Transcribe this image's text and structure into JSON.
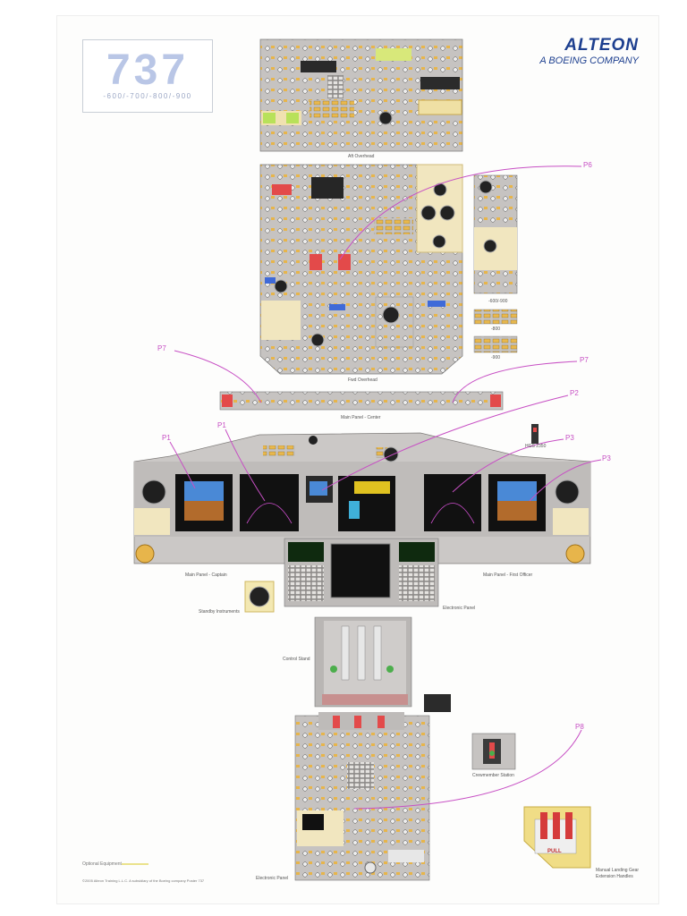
{
  "header": {
    "model": "737",
    "variants": "-600/-700/-800/-900"
  },
  "brand": {
    "name": "ALTEON",
    "tagline": "A BOEING COMPANY"
  },
  "sections": {
    "aft_overhead": "Aft Overhead",
    "fwd_overhead": "Fwd Overhead",
    "main_center": "Main Panel - Center",
    "main_captain": "Main Panel - Captain",
    "main_fo": "Main Panel - First Officer",
    "electronic_panel_main": "Electronic Panel",
    "standby": "Standby Instruments",
    "control_stand": "Control Stand",
    "electronic_panel_aft": "Electronic Panel",
    "crew_station": "Crewmember Station",
    "landing_gear": "Manual Landing Gear Extension Handles",
    "hgs": "HGS 2350",
    "variant_600_900": "-600/-900",
    "variant_800a": "-800",
    "variant_800b": "-900"
  },
  "callouts": {
    "p6": "P6",
    "p7_left": "P7",
    "p7_right": "P7",
    "p2": "P2",
    "p1_a": "P1",
    "p1_b": "P1",
    "p3_a": "P3",
    "p3_b": "P3",
    "p8": "P8"
  },
  "legend": {
    "optional": "Optional Equipment"
  },
  "footer": {
    "copyright": "©2005 Alteon Training L.L.C. A subsidiary of the Boeing company  Poster 737"
  },
  "colors": {
    "callout": "#c74fc4",
    "panel": "#c9c6c4",
    "display": "#1a1a1a",
    "annunciator": "#e0b24a"
  }
}
